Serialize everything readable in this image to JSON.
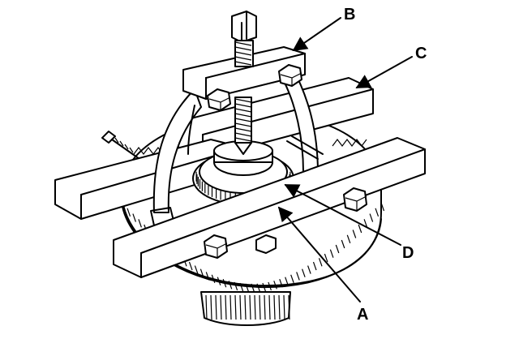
{
  "figure": {
    "background": "#ffffff",
    "line_color": "#000000"
  },
  "callouts": {
    "a": "A",
    "b": "B",
    "c": "C",
    "d": "D"
  }
}
